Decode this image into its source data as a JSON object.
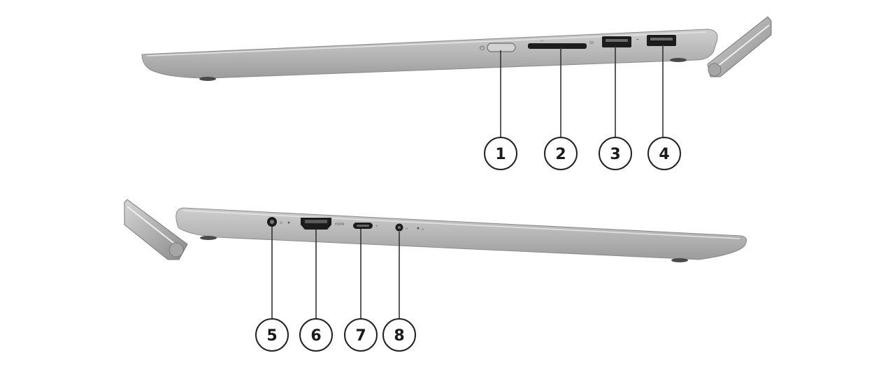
{
  "callouts": {
    "right_side": [
      {
        "number": "1",
        "port": "power-button"
      },
      {
        "number": "2",
        "port": "card-reader"
      },
      {
        "number": "3",
        "port": "usb-a-port"
      },
      {
        "number": "4",
        "port": "usb-a-port"
      }
    ],
    "left_side": [
      {
        "number": "5",
        "port": "power-connector"
      },
      {
        "number": "6",
        "port": "hdmi-port"
      },
      {
        "number": "7",
        "port": "usb-c-port"
      },
      {
        "number": "8",
        "port": "audio-jack"
      }
    ]
  },
  "port_markings": {
    "usb1": "SS",
    "hdmi": "HDMI"
  },
  "colors": {
    "chassis": "#b7b7b7",
    "chassis_dark": "#8f8f8f",
    "port": "#1c1c1c",
    "leader": "#333333",
    "circle_stroke": "#222222"
  }
}
